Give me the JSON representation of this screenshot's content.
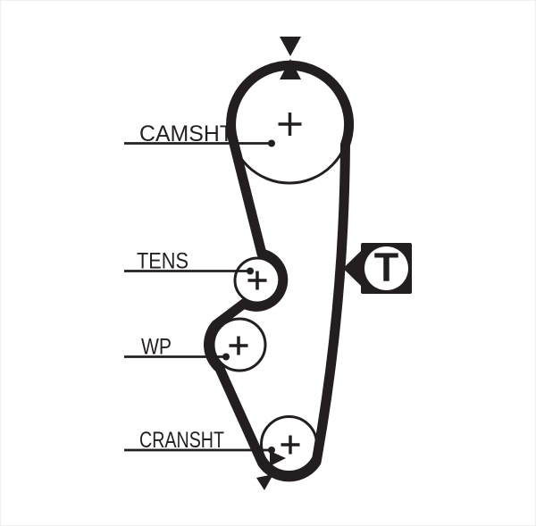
{
  "diagram": {
    "type": "timing-belt-routing-diagram",
    "colors": {
      "line": "#231f20",
      "background": "#ffffff"
    },
    "labels": {
      "camshaft": "CAMSHT",
      "tensioner": "TENS",
      "water_pump": "WP",
      "crankshaft": "CRANSHT"
    },
    "tension_marker": {
      "letter": "T"
    },
    "icons": {
      "camshaft_timing_mark": "double-triangle-alignment-icon",
      "crankshaft_timing_mark": "double-triangle-alignment-icon",
      "tension_marker_pointer": "left-arrow-icon"
    }
  }
}
